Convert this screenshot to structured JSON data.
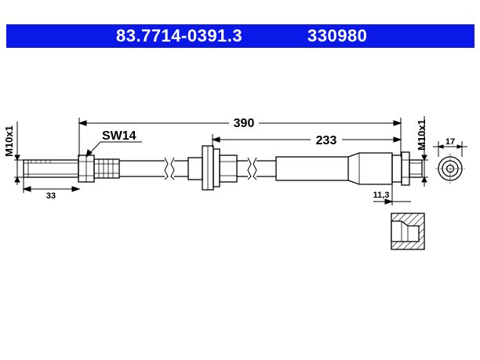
{
  "header": {
    "part_number": "83.7714-0391.3",
    "ref_number": "330980",
    "background": "#0a18e8",
    "text_color": "#ffffff"
  },
  "dimensions": {
    "thread_left": "M10x1",
    "thread_right": "M10x1",
    "wrench_size": "SW14",
    "overall_length": "390",
    "partial_length": "233",
    "left_fitting_length": "33",
    "right_fitting_length": "11,3",
    "end_diameter": "17"
  }
}
